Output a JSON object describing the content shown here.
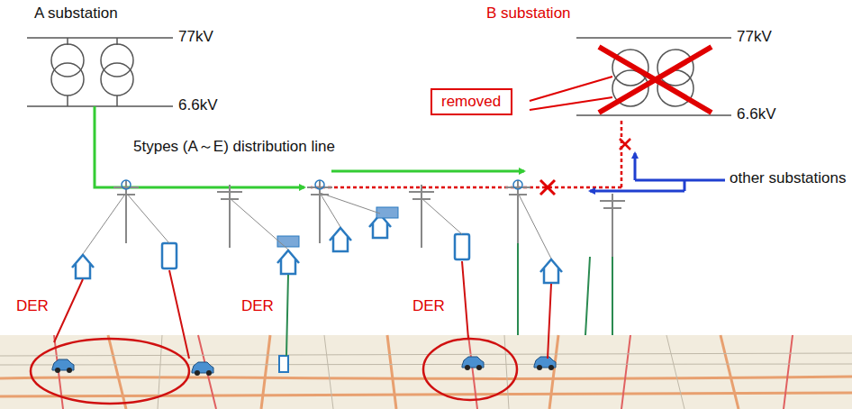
{
  "diagram": {
    "nodes": [
      {
        "text": [
          "removed"
        ]
      }
    ],
    "labels": [
      "A substation",
      "77kV",
      "6.6kV",
      "B substation",
      "77kV",
      "6.6kV",
      "5types (A～E) distribution line",
      "other substations",
      "DER",
      "DER",
      "DER"
    ]
  }
}
